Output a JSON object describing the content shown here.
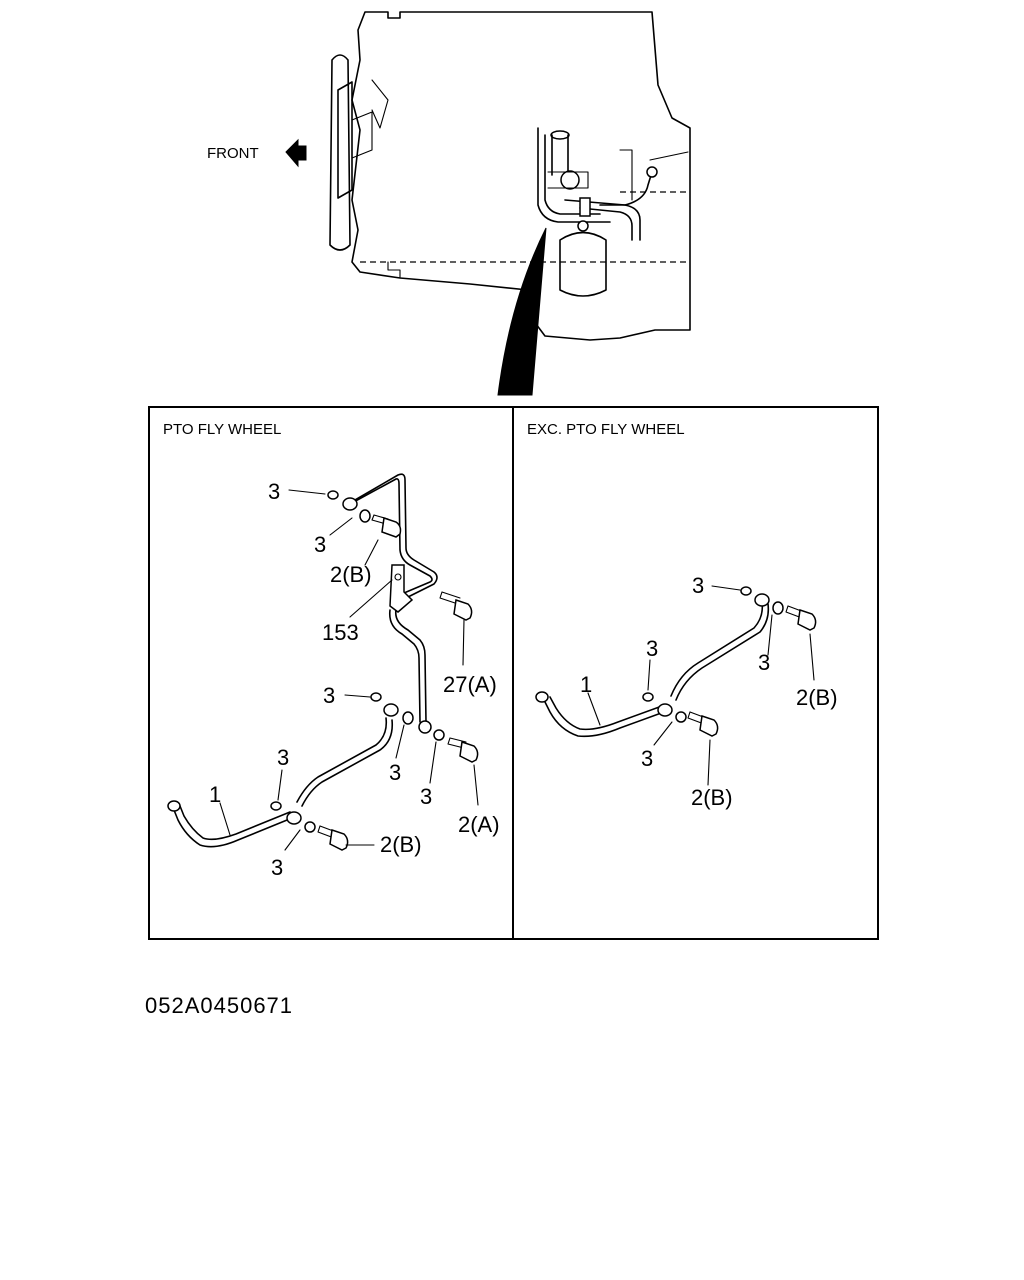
{
  "overview": {
    "front_label": "FRONT"
  },
  "panels": {
    "left": {
      "title": "PTO FLY WHEEL",
      "callouts": [
        "3",
        "3",
        "2(B)",
        "153",
        "27(A)",
        "3",
        "3",
        "3",
        "3",
        "1",
        "2(A)",
        "3",
        "2(B)"
      ]
    },
    "right": {
      "title": "EXC. PTO FLY WHEEL",
      "callouts": [
        "3",
        "3",
        "2(B)",
        "3",
        "1",
        "3",
        "2(B)"
      ]
    }
  },
  "drawing_code": "052A0450671"
}
